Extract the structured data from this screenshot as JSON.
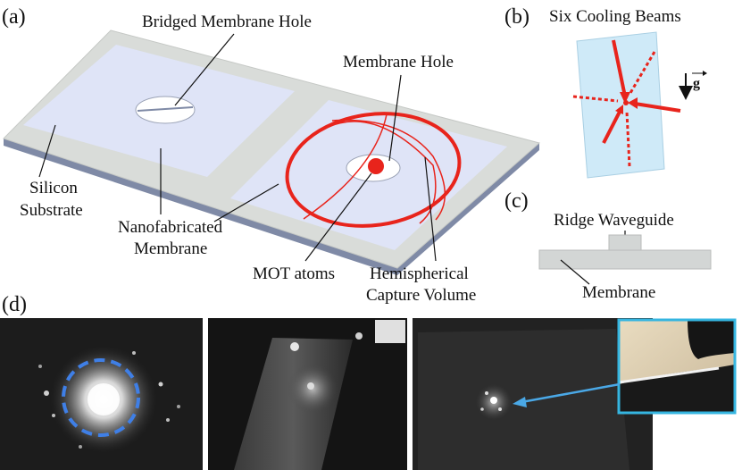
{
  "panels": {
    "a": "(a)",
    "b": "(b)",
    "c": "(c)",
    "d": "(d)"
  },
  "panel_a": {
    "bridged_hole": "Bridged Membrane Hole",
    "membrane_hole": "Membrane Hole",
    "silicon_line1": "Silicon",
    "silicon_line2": "Substrate",
    "nano_line1": "Nanofabricated",
    "nano_line2": "Membrane",
    "mot": "MOT atoms",
    "hemi_line1": "Hemispherical",
    "hemi_line2": "Capture Volume"
  },
  "panel_b": {
    "title": "Six Cooling Beams",
    "gravity": "g"
  },
  "panel_c": {
    "ridge": "Ridge Waveguide",
    "membrane": "Membrane"
  },
  "colors": {
    "substrate_top": "#d9dcd9",
    "substrate_edge": "#7f8aa6",
    "membrane": "#dfe4f7",
    "beam": "#e8241c",
    "panel_b_sheet": "#cfeaf8",
    "waveguide": "#d3d6d5",
    "dashed_circle": "#3f7fe6",
    "inset_border": "#35b5e0",
    "arrow": "#4aa8e6"
  }
}
